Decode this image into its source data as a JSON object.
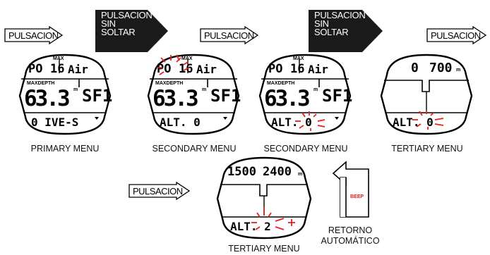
{
  "arrows": {
    "press": "PULSACION",
    "hold_lines": [
      "PULSACION",
      "SIN",
      "SOLTAR"
    ]
  },
  "screens": {
    "s1": {
      "top": "PO",
      "gas_num": "16",
      "gas": "Air",
      "max": "MAX",
      "maxdepth": "MAXDEPTH",
      "depth": "63.3",
      "m_unit": "m",
      "sf": "SF1",
      "bottom": "0 IVE-S"
    },
    "s2": {
      "top": "PO",
      "gas_num": "16",
      "gas": "Air",
      "max": "MAX",
      "maxdepth": "MAXDEPTH",
      "depth": "63.3",
      "m_unit": "m",
      "sf": "SF1",
      "bottom": "ALT. 0"
    },
    "s3": {
      "top": "PO",
      "gas_num": "16",
      "gas": "Air",
      "max": "MAX",
      "maxdepth": "MAXDEPTH",
      "depth": "63.3",
      "m_unit": "m",
      "sf": "SF1",
      "bottom": "ALT. 0"
    },
    "s4": {
      "top_left": "0",
      "top_right": "700",
      "unit": "m",
      "bottom": "ALT. 0"
    },
    "s5": {
      "top_left": "1500",
      "top_right": "2400",
      "unit": "m",
      "bottom": "ALT. 2"
    }
  },
  "captions": {
    "primary": "PRIMARY MENU",
    "secondary1": "SECONDARY MENU",
    "secondary2": "SECONDARY MENU",
    "tertiary1": "TERTIARY MENU",
    "tertiary2": "TERTIARY MENU"
  },
  "beep": "BEEP",
  "return": [
    "RETORNO",
    "AUTOMÁTICO"
  ],
  "colors": {
    "red": "#e8201a",
    "dark": "#1a1a1a"
  }
}
